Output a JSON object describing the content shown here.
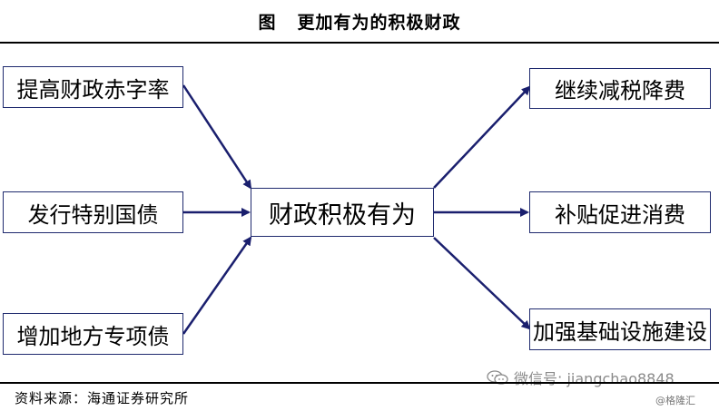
{
  "title": {
    "prefix": "图",
    "text": "更加有为的积极财政"
  },
  "left_boxes": [
    {
      "label": "提高财政赤字率"
    },
    {
      "label": "发行特别国债"
    },
    {
      "label": "增加地方专项债"
    }
  ],
  "center_box": {
    "label": "财政积极有为"
  },
  "right_boxes": [
    {
      "label": "继续减税降费"
    },
    {
      "label": "补贴促进消费"
    },
    {
      "label": "加强基础设施建设"
    }
  ],
  "source": "资料来源：海通证券研究所",
  "watermark": "微信号: jiangchao8848",
  "brand": "@格隆汇",
  "colors": {
    "arrow": "#1a1f6e",
    "box_border": "#1f2a6e"
  }
}
